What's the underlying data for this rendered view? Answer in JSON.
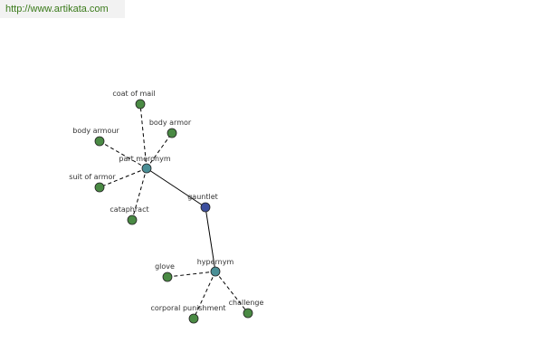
{
  "banner": {
    "url_text": "http://www.artikata.com",
    "color": "#3a7a1a"
  },
  "colors": {
    "root": "#3d4f9e",
    "relation": "#4a8f96",
    "leaf": "#4a8a44"
  },
  "graph": {
    "nodes": [
      {
        "id": "gauntlet",
        "label": "gauntlet",
        "kind": "root"
      },
      {
        "id": "part-meronym",
        "label": "part meronym",
        "kind": "relation"
      },
      {
        "id": "hypernym",
        "label": "hypernym",
        "kind": "relation"
      },
      {
        "id": "coat-of-mail",
        "label": "coat of mail",
        "kind": "leaf"
      },
      {
        "id": "body-armor",
        "label": "body armor",
        "kind": "leaf"
      },
      {
        "id": "body-armour",
        "label": "body armour",
        "kind": "leaf"
      },
      {
        "id": "suit-of-armor",
        "label": "suit of armor",
        "kind": "leaf"
      },
      {
        "id": "cataphract",
        "label": "cataphract",
        "kind": "leaf"
      },
      {
        "id": "glove",
        "label": "glove",
        "kind": "leaf"
      },
      {
        "id": "corporal-punishment",
        "label": "corporal punishment",
        "kind": "leaf"
      },
      {
        "id": "challenge",
        "label": "challenge",
        "kind": "leaf"
      }
    ],
    "edges": [
      {
        "from": "gauntlet",
        "to": "part-meronym",
        "style": "solid"
      },
      {
        "from": "gauntlet",
        "to": "hypernym",
        "style": "solid"
      },
      {
        "from": "part-meronym",
        "to": "coat-of-mail",
        "style": "dashed"
      },
      {
        "from": "part-meronym",
        "to": "body-armor",
        "style": "dashed"
      },
      {
        "from": "part-meronym",
        "to": "body-armour",
        "style": "dashed"
      },
      {
        "from": "part-meronym",
        "to": "suit-of-armor",
        "style": "dashed"
      },
      {
        "from": "part-meronym",
        "to": "cataphract",
        "style": "dashed"
      },
      {
        "from": "hypernym",
        "to": "glove",
        "style": "dashed"
      },
      {
        "from": "hypernym",
        "to": "corporal-punishment",
        "style": "dashed"
      },
      {
        "from": "hypernym",
        "to": "challenge",
        "style": "dashed"
      }
    ]
  }
}
